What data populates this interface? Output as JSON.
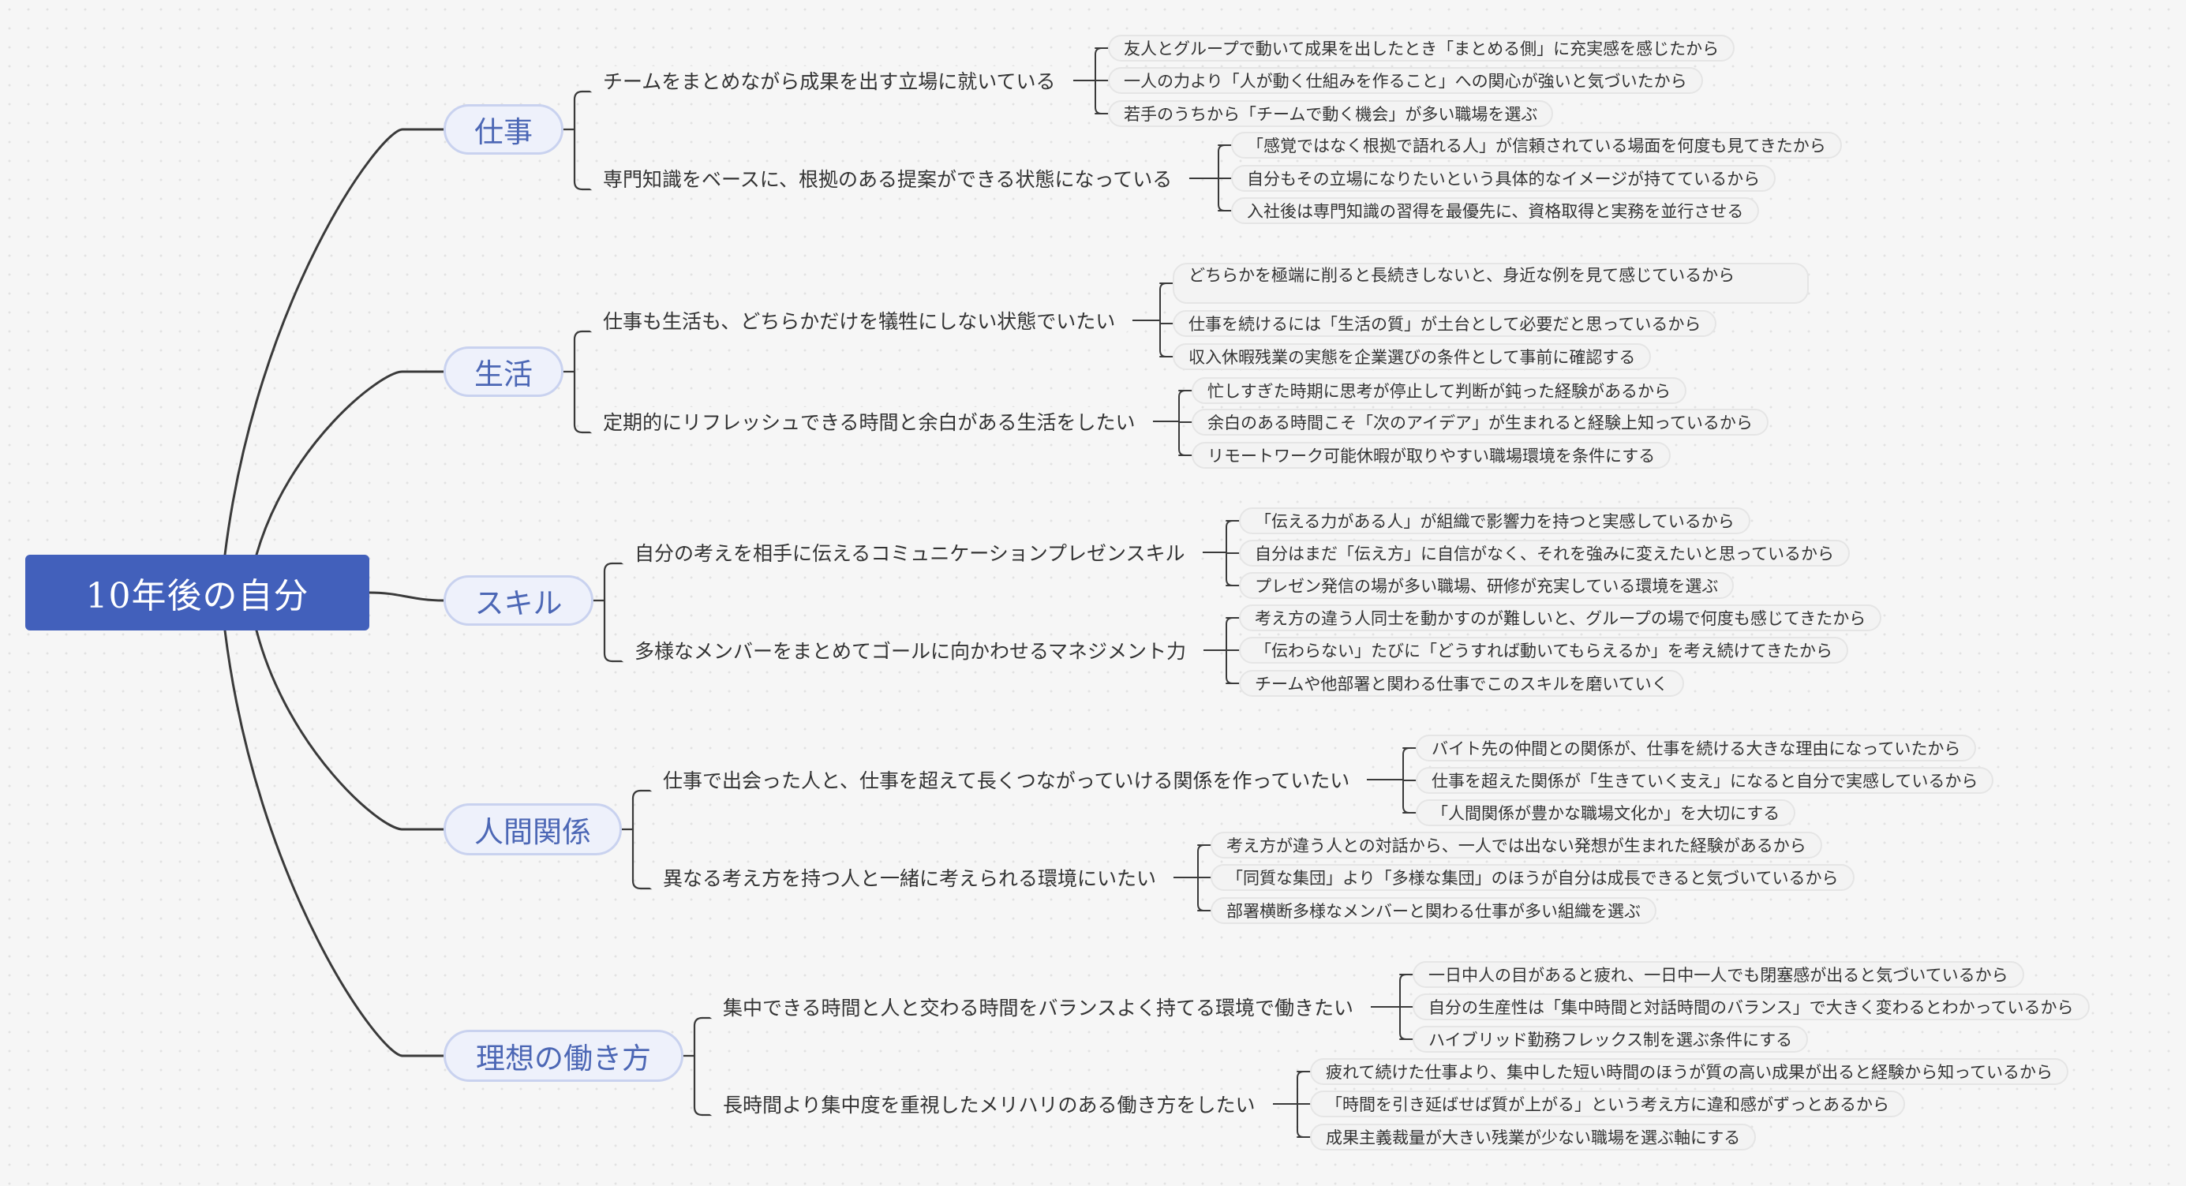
{
  "root": "10年後の自分",
  "branches": [
    {
      "label": "仕事",
      "topics": [
        {
          "label": "チームをまとめながら成果を出す立場に就いている",
          "leaves": [
            "友人とグループで動いて成果を出したとき「まとめる側」に充実感を感じたから",
            "一人の力より「人が動く仕組みを作ること」への関心が強いと気づいたから",
            "若手のうちから「チームで動く機会」が多い職場を選ぶ"
          ]
        },
        {
          "label": "専門知識をベースに、根拠のある提案ができる状態になっている",
          "leaves": [
            "「感覚ではなく根拠で語れる人」が信頼されている場面を何度も見てきたから",
            "自分もその立場になりたいという具体的なイメージが持てているから",
            "入社後は専門知識の習得を最優先に、資格取得と実務を並行させる"
          ]
        }
      ]
    },
    {
      "label": "生活",
      "topics": [
        {
          "label": "仕事も生活も、どちらかだけを犠牲にしない状態でいたい",
          "leaves": [
            "どちらかを極端に削ると長続きしないと、身近な例を見て感じているから",
            "仕事を続けるには「生活の質」が土台として必要だと思っているから",
            "収入休暇残業の実態を企業選びの条件として事前に確認する"
          ]
        },
        {
          "label": "定期的にリフレッシュできる時間と余白がある生活をしたい",
          "leaves": [
            "忙しすぎた時期に思考が停止して判断が鈍った経験があるから",
            "余白のある時間こそ「次のアイデア」が生まれると経験上知っているから",
            "リモートワーク可能休暇が取りやすい職場環境を条件にする"
          ]
        }
      ]
    },
    {
      "label": "スキル",
      "topics": [
        {
          "label": "自分の考えを相手に伝えるコミュニケーションプレゼンスキル",
          "leaves": [
            "「伝える力がある人」が組織で影響力を持つと実感しているから",
            "自分はまだ「伝え方」に自信がなく、それを強みに変えたいと思っているから",
            "プレゼン発信の場が多い職場、研修が充実している環境を選ぶ"
          ]
        },
        {
          "label": "多様なメンバーをまとめてゴールに向かわせるマネジメント力",
          "leaves": [
            "考え方の違う人同士を動かすのが難しいと、グループの場で何度も感じてきたから",
            "「伝わらない」たびに「どうすれば動いてもらえるか」を考え続けてきたから",
            "チームや他部署と関わる仕事でこのスキルを磨いていく"
          ]
        }
      ]
    },
    {
      "label": "人間関係",
      "topics": [
        {
          "label": "仕事で出会った人と、仕事を超えて長くつながっていける関係を作っていたい",
          "leaves": [
            "バイト先の仲間との関係が、仕事を続ける大きな理由になっていたから",
            "仕事を超えた関係が「生きていく支え」になると自分で実感しているから",
            "「人間関係が豊かな職場文化か」を大切にする"
          ]
        },
        {
          "label": "異なる考え方を持つ人と一緒に考えられる環境にいたい",
          "leaves": [
            "考え方が違う人との対話から、一人では出ない発想が生まれた経験があるから",
            "「同質な集団」より「多様な集団」のほうが自分は成長できると気づいているから",
            "部署横断多様なメンバーと関わる仕事が多い組織を選ぶ"
          ]
        }
      ]
    },
    {
      "label": "理想の働き方",
      "topics": [
        {
          "label": "集中できる時間と人と交わる時間をバランスよく持てる環境で働きたい",
          "leaves": [
            "一日中人の目があると疲れ、一日中一人でも閉塞感が出ると気づいているから",
            "自分の生産性は「集中時間と対話時間のバランス」で大きく変わるとわかっているから",
            "ハイブリッド勤務フレックス制を選ぶ条件にする"
          ]
        },
        {
          "label": "長時間より集中度を重視したメリハリのある働き方をしたい",
          "leaves": [
            "疲れて続けた仕事より、集中した短い時間のほうが質の高い成果が出ると経験から知っているから",
            "「時間を引き延ばせば質が上がる」という考え方に違和感がずっとあるから",
            "成果主義裁量が大きい残業が少ない職場を選ぶ軸にする"
          ]
        }
      ]
    }
  ]
}
